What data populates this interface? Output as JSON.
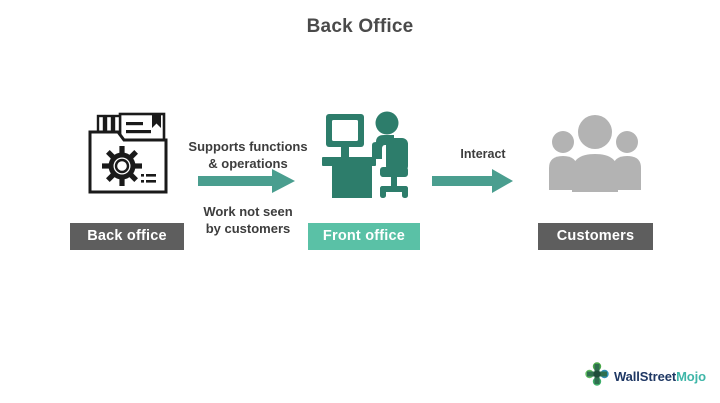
{
  "page": {
    "title": "Back Office",
    "background_color": "#ffffff"
  },
  "colors": {
    "title_text": "#4a4a4a",
    "badge_gray": "#5e5e5e",
    "badge_teal": "#5ac1a6",
    "arrow_teal": "#4a9e8f",
    "icon_teal": "#2d7d6b",
    "icon_gray": "#b3b3b3",
    "icon_outline": "#1a1a1a",
    "label_text": "#3d3d3d",
    "logo_navy": "#1f3864",
    "logo_green": "#3fb6a8"
  },
  "diagram": {
    "nodes": [
      {
        "id": "back-office",
        "badge_label": "Back office",
        "badge_style": "gray",
        "icon": "folder-gear-icon"
      },
      {
        "id": "front-office",
        "badge_label": "Front office",
        "badge_style": "teal",
        "icon": "desk-worker-icon"
      },
      {
        "id": "customers",
        "badge_label": "Customers",
        "badge_style": "gray",
        "icon": "people-group-icon"
      }
    ],
    "connectors": [
      {
        "id": "back-to-front",
        "label_above_line1": "Supports functions",
        "label_above_line2": "& operations",
        "label_below_line1": "Work not seen",
        "label_below_line2": "by customers",
        "arrow": "right-arrow-icon"
      },
      {
        "id": "front-to-customers",
        "label_above_line1": "Interact",
        "arrow": "right-arrow-icon"
      }
    ]
  },
  "logo": {
    "mark": "wallstreetmojo-mark-icon",
    "text_primary": "WallStreet",
    "text_secondary": "Mojo"
  }
}
